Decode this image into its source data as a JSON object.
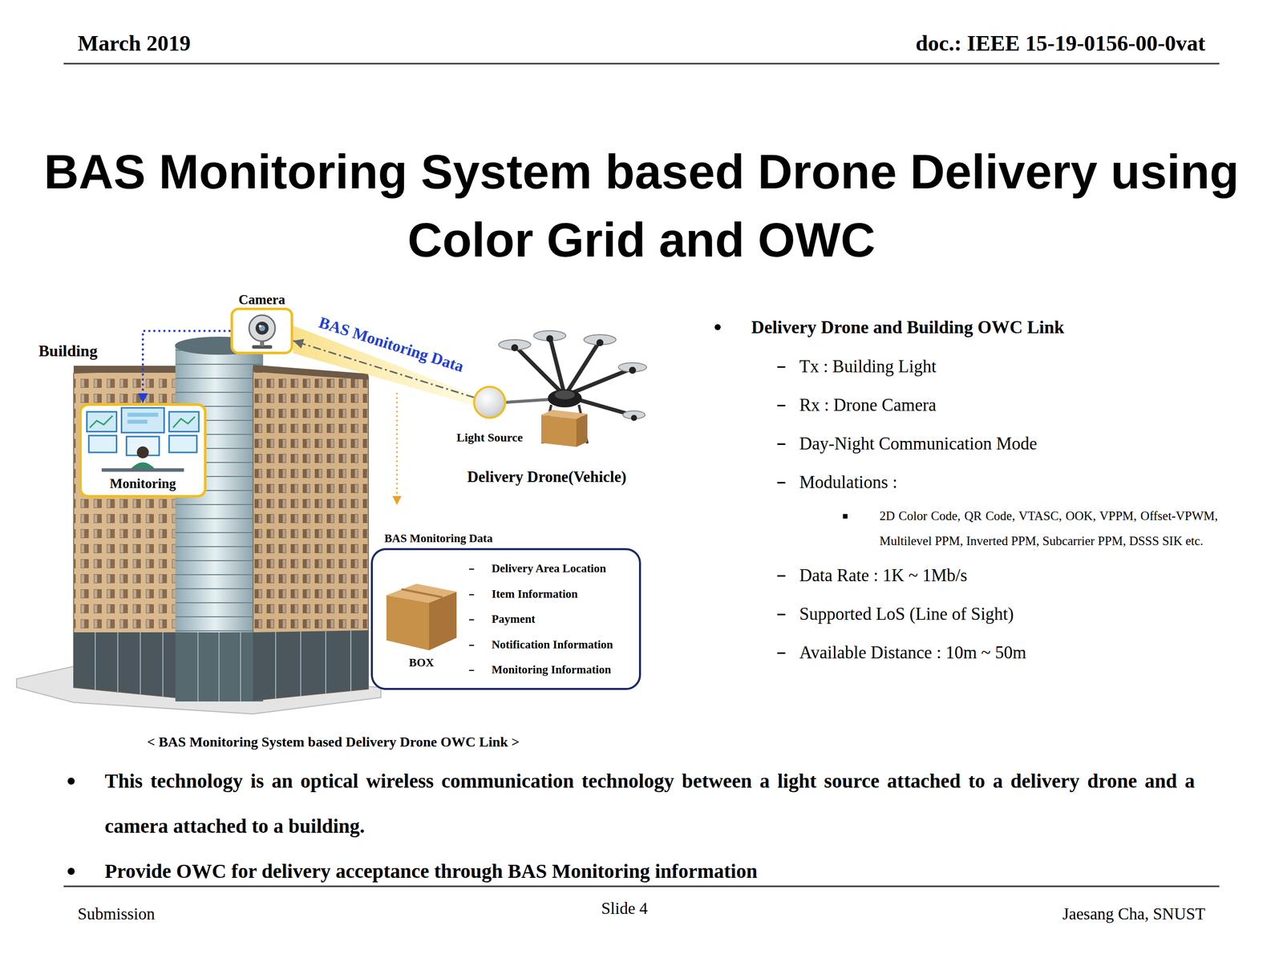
{
  "diagram": {
    "title": "BAS Monitoring System based Drone Delivery using Color Grid and OWC",
    "caption": "< BAS Monitoring System based Delivery Drone OWC Link >",
    "nodes": [
      {
        "text": [
          "Camera"
        ]
      },
      {
        "text": [
          "Monitoring"
        ]
      },
      {
        "text": [
          "Light Source"
        ]
      },
      {
        "text": [
          "BAS Monitoring Data",
          "Delivery Area Location",
          "Item Information",
          "Payment",
          "Notification Information",
          "Monitoring Information"
        ]
      },
      {
        "text": [
          "BOX"
        ],
        "in": 3
      }
    ],
    "edges": [
      {
        "from": 0,
        "to": 1,
        "arrow": "to"
      },
      {
        "from": 2,
        "to": 0,
        "label": "BAS Monitoring Data",
        "arrow": "to"
      }
    ],
    "labels": [
      "March 2019",
      "doc.: IEEE 15-19-0156-00-0vat",
      "Building",
      "Delivery Drone(Vehicle)",
      "Delivery Drone and Building OWC Link",
      "Tx : Building Light",
      "Rx : Drone Camera",
      "Day-Night Communication Mode",
      "Modulations :",
      "2D Color Code, QR Code, VTASC, OOK, VPPM, Offset-VPWM, Multilevel PPM, Inverted PPM, Subcarrier PPM, DSSS SIK etc.",
      "Data Rate : 1K ~ 1Mb/s",
      "Supported LoS (Line of Sight)",
      "Available Distance : 10m ~ 50m",
      "This technology is an optical wireless communication technology between a light source attached to a delivery drone and a camera attached to a building.",
      "Provide OWC for delivery acceptance through BAS Monitoring information",
      "Submission",
      "Slide 4",
      "Jaesang Cha, SNUST"
    ]
  }
}
